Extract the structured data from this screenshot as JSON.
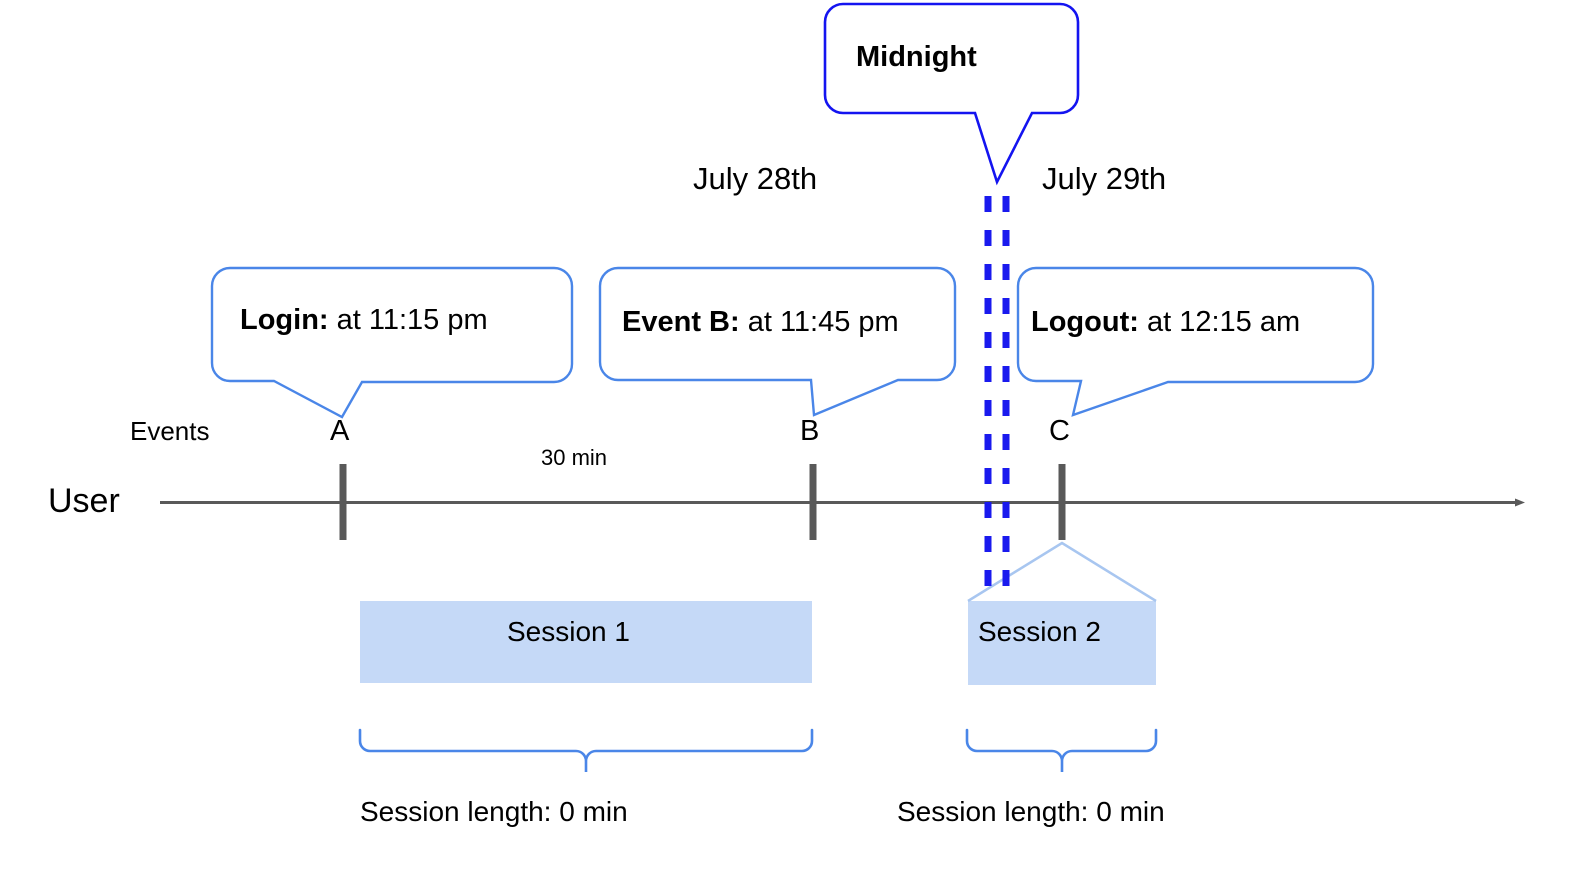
{
  "diagram": {
    "title_callout": {
      "label": "Midnight",
      "border_color": "#1414f0"
    },
    "day_labels": [
      {
        "name": "day-label-left",
        "text": "July 28th"
      },
      {
        "name": "day-label-right",
        "text": "July 29th"
      }
    ],
    "axis": {
      "row_label": "User",
      "events_label": "Events",
      "arrow_color": "#595959"
    },
    "event_callouts": [
      {
        "id": "a",
        "bold": "Login:",
        "rest": " at 11:15 pm",
        "tick_letter": "A"
      },
      {
        "id": "b",
        "bold": "Event B:",
        "rest": " at 11:45 pm",
        "tick_letter": "B"
      },
      {
        "id": "c",
        "bold": "Logout:",
        "rest": " at 12:15 am",
        "tick_letter": "C"
      }
    ],
    "interval_label": "30 min",
    "sessions": [
      {
        "id": "session-1",
        "label": "Session 1",
        "length_label": "Session length: 0 min"
      },
      {
        "id": "session-2",
        "label": "Session 2",
        "length_label": "Session length: 0 min"
      }
    ],
    "colors": {
      "session_fill": "#c5d9f7",
      "callout_border": "#4a86e8",
      "midnight_border": "#1414f0",
      "dashed_line": "#1a1aee",
      "axis": "#595959",
      "brace": "#4a86e8"
    }
  }
}
